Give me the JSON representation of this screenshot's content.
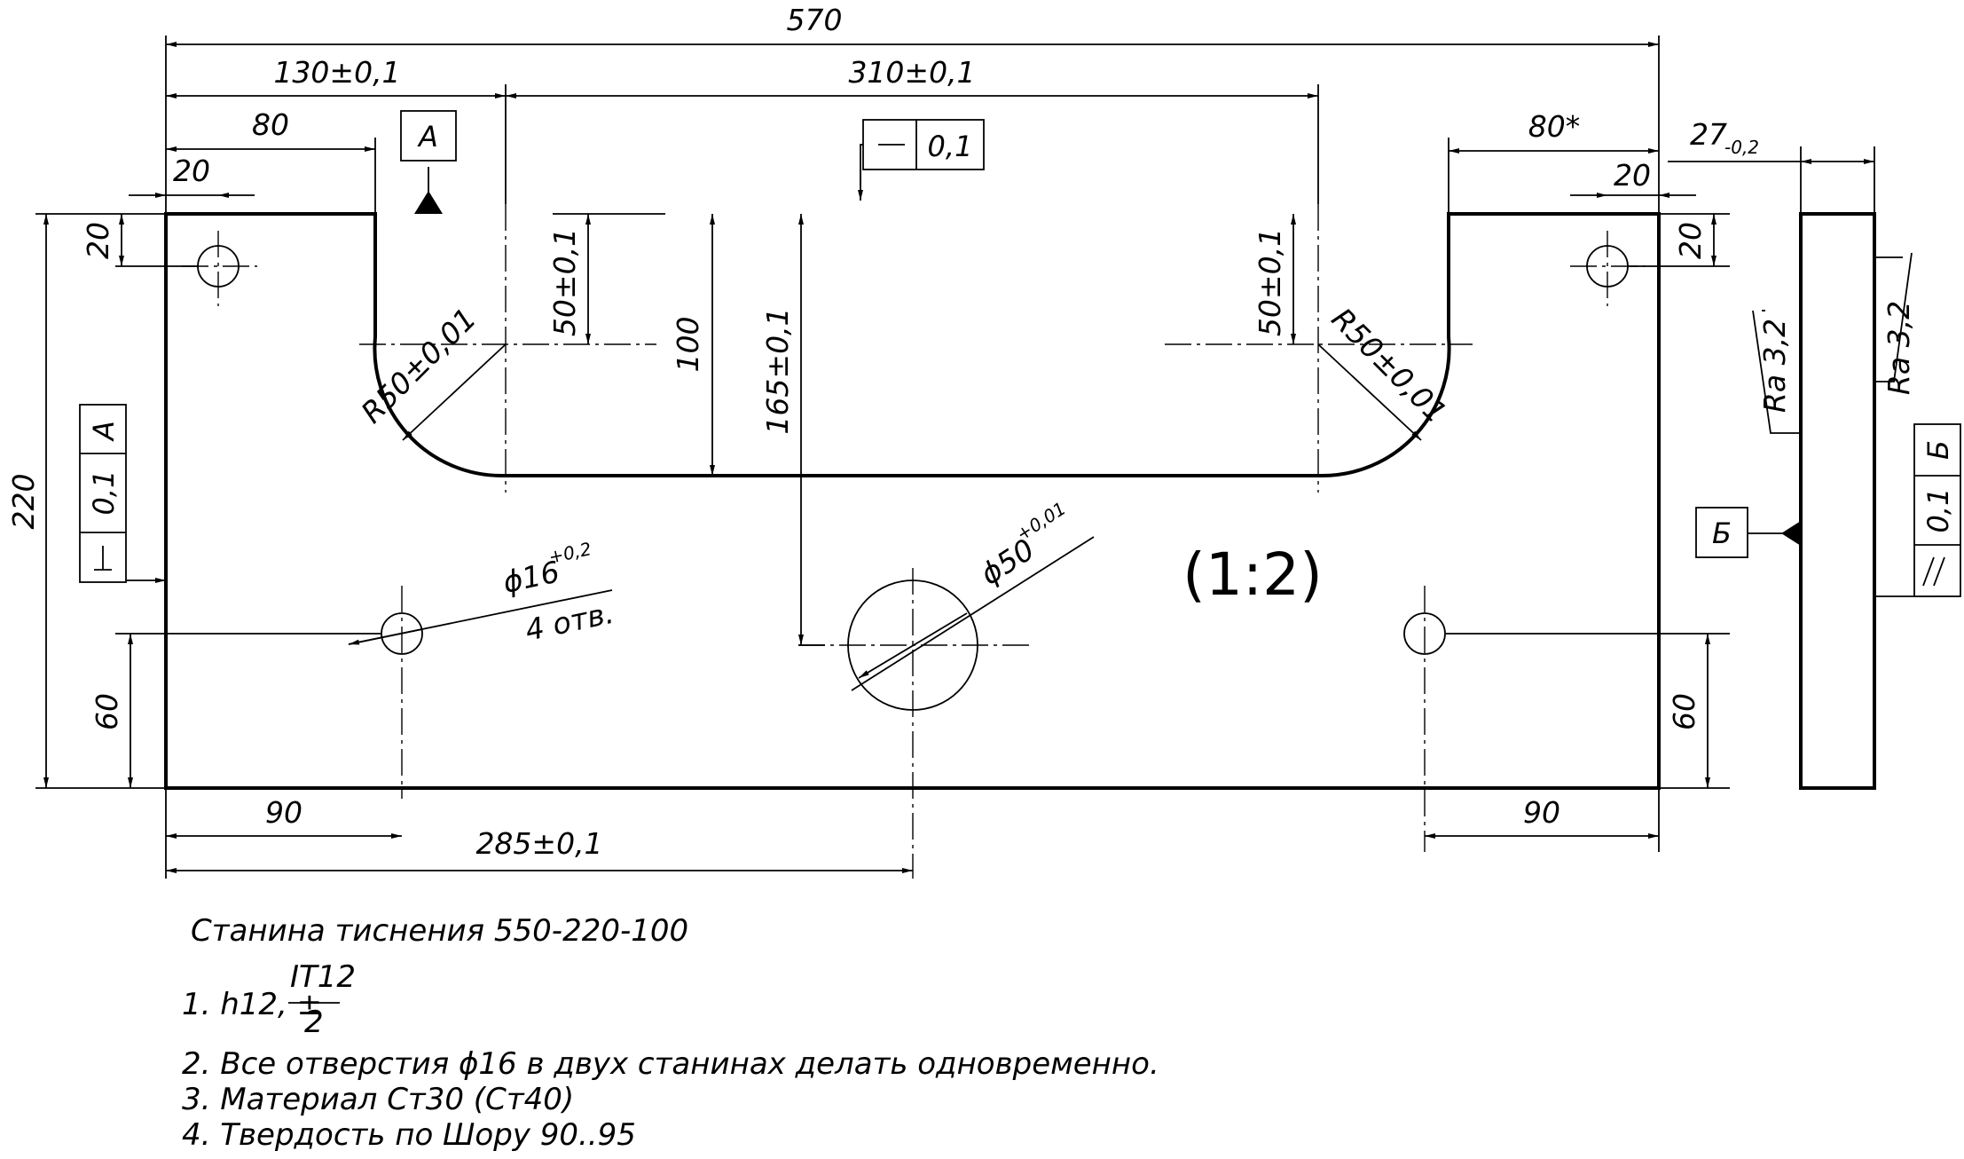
{
  "drawing": {
    "title": "Станина тиснения 550-220-100",
    "scale": "(1:2)",
    "dims": {
      "overall_length": "570",
      "d130": "130±0,1",
      "d310": "310±0,1",
      "d80_left": "80",
      "d20_left": "20",
      "d80_right": "80*",
      "d20_right": "20",
      "d27": "27",
      "d27_tol": "-0,2",
      "d20_vert_left": "20",
      "d20_vert_right": "20",
      "d220": "220",
      "d50_left": "50±0,1",
      "d50_right": "50±0,1",
      "d100": "100",
      "d165": "165±0,1",
      "r_left": "R50±0,01",
      "r_right": "R50±0,01",
      "d60_left": "60",
      "d60_right": "60",
      "d90_left": "90",
      "d90_right": "90",
      "d285": "285±0,1",
      "hole_small": "ϕ16",
      "hole_small_tol": "+0,2",
      "holes_count": "4 отв.",
      "hole_big": "ϕ50",
      "hole_big_tol": "+0,01"
    },
    "tolerances": {
      "flatness_value": "0,1",
      "perp_value": "0,1",
      "perp_datum": "A",
      "parallel_value": "0,1",
      "parallel_datum": "Б"
    },
    "datums": {
      "a": "A",
      "b": "Б"
    },
    "roughness": {
      "left": "Ra 3,2",
      "right": "Ra 3,2"
    }
  },
  "notes": {
    "n1_prefix": "1. h12, ±",
    "n1_num": "IT12",
    "n1_den": "2",
    "n2": "2. Все отверстия ϕ16 в двух станинах делать одновременно.",
    "n3": "3. Материал Ст30 (Ст40)",
    "n4": "4. Твердость по Шору 90..95"
  }
}
